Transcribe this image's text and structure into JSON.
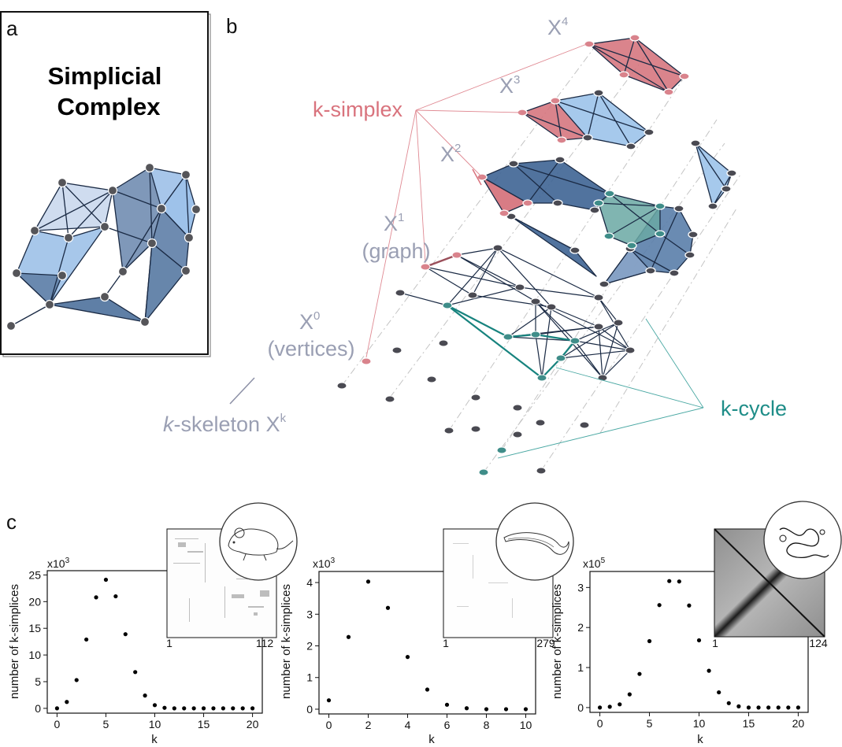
{
  "panel_a": {
    "letter": "a",
    "title_line1": "Simplicial",
    "title_line2": "Complex"
  },
  "panel_b": {
    "letter": "b",
    "labels": {
      "x4": "X",
      "x4_sup": "4",
      "x3": "X",
      "x3_sup": "3",
      "x2": "X",
      "x2_sup": "2",
      "x1": "X",
      "x1_sup": "1",
      "x1_note": "(graph)",
      "x0": "X",
      "x0_sup": "0",
      "x0_note": "(vertices)",
      "k_simplex": "k-simplex",
      "k_cycle": "k-cycle",
      "skeleton_k": "k",
      "skeleton_rest": "-skeleton X",
      "skeleton_sup": "k"
    }
  },
  "panel_c": {
    "letter": "c",
    "ylabel": "number of k-simplices",
    "xlabel": "k",
    "plots": [
      {
        "multiplier": "x10",
        "mult_exp": "3",
        "inset_range_start": "1",
        "inset_range_end": "112",
        "organism": "mouse"
      },
      {
        "multiplier": "x10",
        "mult_exp": "3",
        "inset_range_start": "1",
        "inset_range_end": "279",
        "organism": "worm"
      },
      {
        "multiplier": "x10",
        "mult_exp": "5",
        "inset_range_start": "1",
        "inset_range_end": "124",
        "organism": "fly larva"
      }
    ]
  },
  "chart_data": [
    {
      "type": "scatter",
      "x": [
        0,
        1,
        2,
        3,
        4,
        5,
        6,
        7,
        8,
        9,
        10,
        11,
        12,
        13,
        14,
        15,
        16,
        17,
        18,
        19,
        20
      ],
      "y": [
        0,
        1.2,
        5.3,
        12.9,
        20.8,
        24.1,
        21.0,
        13.9,
        6.8,
        2.4,
        0.6,
        0.1,
        0,
        0,
        0,
        0,
        0,
        0,
        0,
        0,
        0
      ],
      "xlabel": "k",
      "ylabel": "number of k-simplices",
      "xticks": [
        0,
        5,
        10,
        15,
        20
      ],
      "yticks": [
        0,
        5,
        10,
        15,
        20,
        25
      ],
      "xlim": [
        -1,
        21
      ],
      "ylim": [
        -0.9,
        25.8
      ],
      "y_multiplier": "x10^3"
    },
    {
      "type": "scatter",
      "x": [
        0,
        1,
        2,
        3,
        4,
        5,
        6,
        7,
        8,
        9,
        10
      ],
      "y": [
        0.28,
        2.28,
        4.03,
        3.2,
        1.65,
        0.62,
        0.14,
        0.03,
        0,
        0,
        0
      ],
      "xlabel": "k",
      "ylabel": "number of k-simplices",
      "xticks": [
        0,
        2,
        4,
        6,
        8,
        10
      ],
      "yticks": [
        0,
        1,
        2,
        3,
        4
      ],
      "xlim": [
        -0.5,
        10.5
      ],
      "ylim": [
        -0.15,
        4.35
      ],
      "y_multiplier": "x10^3"
    },
    {
      "type": "scatter",
      "x": [
        0,
        1,
        2,
        3,
        4,
        5,
        6,
        7,
        8,
        9,
        10,
        11,
        12,
        13,
        14,
        15,
        16,
        17,
        18,
        19,
        20
      ],
      "y": [
        0,
        0.02,
        0.08,
        0.33,
        0.84,
        1.66,
        2.56,
        3.16,
        3.15,
        2.55,
        1.68,
        0.92,
        0.38,
        0.11,
        0.03,
        0,
        0,
        0,
        0,
        0,
        0
      ],
      "xlabel": "k",
      "ylabel": "number of k-simplices",
      "xticks": [
        0,
        5,
        10,
        15,
        20
      ],
      "yticks": [
        0,
        1,
        2,
        3
      ],
      "xlim": [
        -1,
        21
      ],
      "ylim": [
        -0.12,
        3.4
      ],
      "y_multiplier": "x10^5"
    }
  ]
}
